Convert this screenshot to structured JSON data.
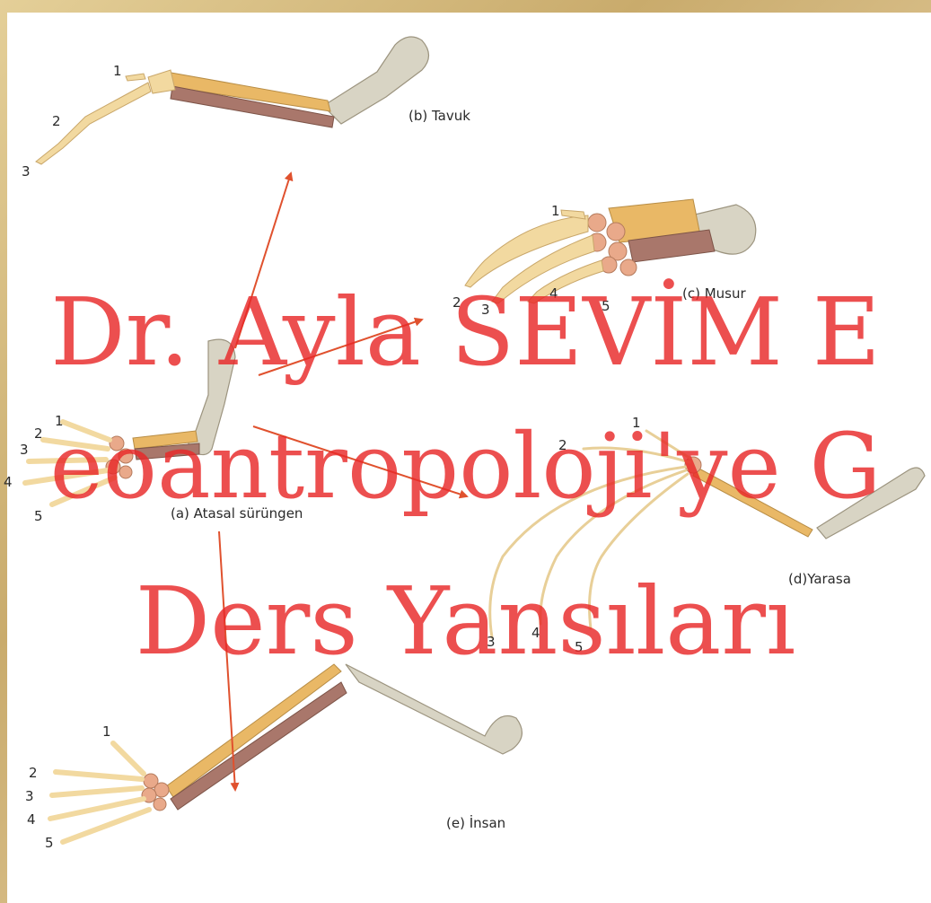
{
  "labels": {
    "tavuk": "(b) Tavuk",
    "musur": "(c) Musur",
    "atasal": "(a) Atasal sürüngen",
    "yarasa": "(d)Yarasa",
    "insan": "(e) İnsan"
  },
  "digits": {
    "one": "1",
    "two": "2",
    "three": "3",
    "four": "4",
    "five": "5"
  },
  "watermark": {
    "line1": "Dr. Ayla SEVİM E",
    "line2": "eoantropoloji'ye G",
    "line3": "Ders Yansıları"
  },
  "colors": {
    "frame": "#d9c08a",
    "bone_light": "#f2d9a0",
    "bone_orange": "#e9b866",
    "bone_brown": "#a9776b",
    "bone_grey": "#d8d4c4",
    "arrow": "#e0512e",
    "watermark": "#e82828"
  }
}
